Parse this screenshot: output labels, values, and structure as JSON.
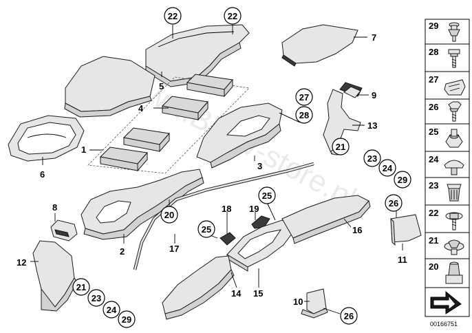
{
  "watermark": "www.BMW-store.pl",
  "reference_number": "00166751",
  "plain_labels": [
    "1",
    "2",
    "3",
    "4",
    "5",
    "6",
    "7",
    "8",
    "9",
    "10",
    "11",
    "12",
    "13",
    "14",
    "15",
    "16",
    "17",
    "20"
  ],
  "circle_labels": [
    "22",
    "22",
    "27",
    "28",
    "21",
    "23",
    "24",
    "29",
    "25",
    "18",
    "19",
    "25",
    "26",
    "21",
    "23",
    "24",
    "29",
    "26"
  ],
  "fastener_panel": [
    "29",
    "28",
    "27",
    "26",
    "25",
    "24",
    "23",
    "22",
    "21",
    "20"
  ]
}
